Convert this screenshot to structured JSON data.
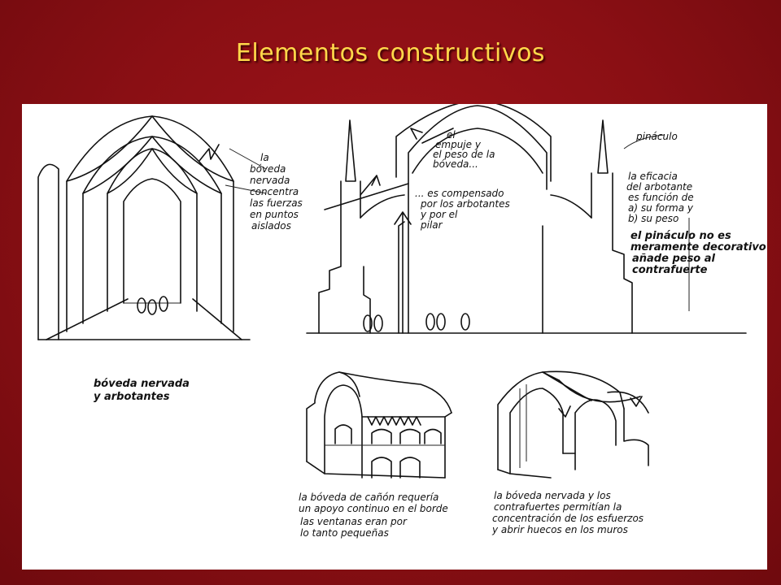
{
  "slide": {
    "title": "Elementos constructivos"
  },
  "nave": {
    "caption_lines": [
      "bóveda nervada",
      "y arbotantes"
    ],
    "note_lines": [
      "la",
      "bóveda",
      "nervada",
      "concentra",
      "las fuerzas",
      "en puntos",
      "aislados"
    ]
  },
  "section": {
    "thrust_lines": [
      "el",
      "empuje y",
      "el peso de la",
      "bóveda..."
    ],
    "compensation_lines": [
      "... es compensado",
      "por los arbotantes",
      "y por el",
      "pilar"
    ],
    "pinnacle_label": "pináculo",
    "efficacy_lines": [
      "la eficacia",
      "del arbotante",
      "es función de",
      "a) su forma y",
      "b) su peso"
    ],
    "pinnacle_note_lines": [
      "el pináculo no es",
      "meramente decorativo",
      "añade peso al",
      "contrafuerte"
    ]
  },
  "barrel": {
    "caption_lines": [
      "la bóveda de cañón requería",
      "un apoyo continuo en el borde",
      "las ventanas eran por",
      "lo tanto pequeñas"
    ]
  },
  "ribbed": {
    "caption_lines": [
      "la bóveda nervada y los",
      "contrafuertes permitían la",
      "concentración de los esfuerzos",
      "y abrir huecos en los muros"
    ]
  }
}
